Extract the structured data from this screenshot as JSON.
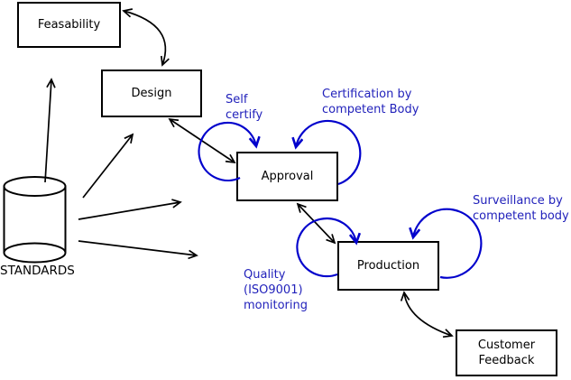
{
  "diagram": {
    "title": "",
    "colors": {
      "background": "#ffffff",
      "box_border": "#000000",
      "black_arrow": "#000000",
      "blue_loop": "#0000cc",
      "blue_text": "#2222bb",
      "box_text": "#000000"
    },
    "nodes": {
      "feasability": {
        "label": "Feasability",
        "shape": "rectangle"
      },
      "design": {
        "label": "Design",
        "shape": "rectangle"
      },
      "approval": {
        "label": "Approval",
        "shape": "rectangle"
      },
      "production": {
        "label": "Production",
        "shape": "rectangle"
      },
      "customer_feedback": {
        "label": "Customer Feedback",
        "shape": "rectangle"
      },
      "standards": {
        "label": "STANDARDS",
        "shape": "cylinder"
      }
    },
    "annotations": {
      "self_certify": {
        "text": "Self\ncertify",
        "color": "#2222bb"
      },
      "certification": {
        "text": "Certification by\ncompetent Body",
        "color": "#2222bb"
      },
      "surveillance": {
        "text": "Surveillance by\ncompetent body",
        "color": "#2222bb"
      },
      "quality": {
        "text": "Quality\n(ISO9001)\nmonitoring",
        "color": "#2222bb"
      }
    },
    "edges": [
      {
        "from": "standards",
        "to": "feasability",
        "type": "single-arrow",
        "color": "black"
      },
      {
        "from": "standards",
        "to": "design",
        "type": "single-arrow",
        "color": "black"
      },
      {
        "from": "standards",
        "to": "approval",
        "type": "single-arrow",
        "color": "black"
      },
      {
        "from": "standards",
        "to": "production",
        "type": "single-arrow",
        "color": "black"
      },
      {
        "from": "feasability",
        "to": "design",
        "type": "double-arrow",
        "color": "black"
      },
      {
        "from": "design",
        "to": "approval",
        "type": "double-arrow",
        "color": "black"
      },
      {
        "from": "approval",
        "to": "production",
        "type": "double-arrow",
        "color": "black"
      },
      {
        "from": "production",
        "to": "customer_feedback",
        "type": "double-arrow",
        "color": "black"
      },
      {
        "node": "approval",
        "type": "self-loop",
        "side": "left",
        "label": "Self certify",
        "color": "blue"
      },
      {
        "node": "approval",
        "type": "self-loop",
        "side": "right",
        "label": "Certification by competent Body",
        "color": "blue"
      },
      {
        "node": "production",
        "type": "self-loop",
        "side": "left",
        "label": "Quality (ISO9001) monitoring",
        "color": "blue"
      },
      {
        "node": "production",
        "type": "self-loop",
        "side": "right",
        "label": "Surveillance by competent body",
        "color": "blue"
      }
    ]
  }
}
